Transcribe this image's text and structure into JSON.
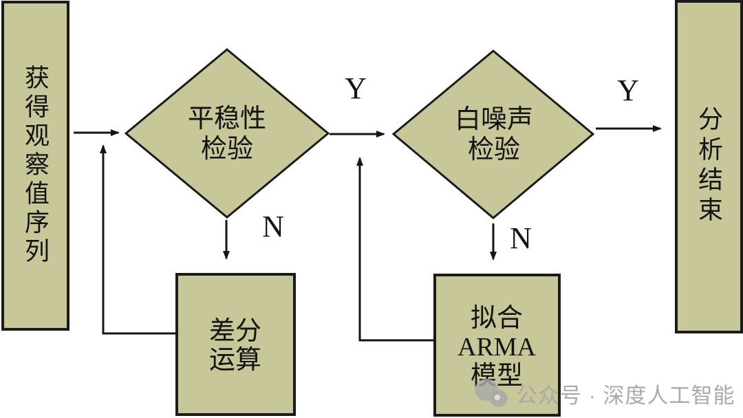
{
  "diagram": {
    "type": "flowchart",
    "colors": {
      "background": "#ffffff",
      "shape_fill": "#c8c79a",
      "shape_stroke": "#1b1b1b",
      "line_color": "#141414",
      "watermark_color": "#a9a9a9"
    },
    "nodes": {
      "start": {
        "shape": "rectangle",
        "label": "获得观察值序列"
      },
      "stationarity_test": {
        "shape": "diamond",
        "label": "平稳性\n检验"
      },
      "difference_op": {
        "shape": "rectangle",
        "label": "差分\n运算"
      },
      "white_noise_test": {
        "shape": "diamond",
        "label": "白噪声\n检验"
      },
      "fit_arma": {
        "shape": "rectangle",
        "label": "拟合\nARMA\n模型"
      },
      "end": {
        "shape": "rectangle",
        "label": "分析结束"
      }
    },
    "edge_labels": {
      "stationarity_yes": "Y",
      "stationarity_no": "N",
      "white_noise_yes": "Y",
      "white_noise_no": "N"
    }
  },
  "watermark": {
    "icon": "chat-bubbles-logo",
    "text": "公众号 · 深度人工智能"
  }
}
